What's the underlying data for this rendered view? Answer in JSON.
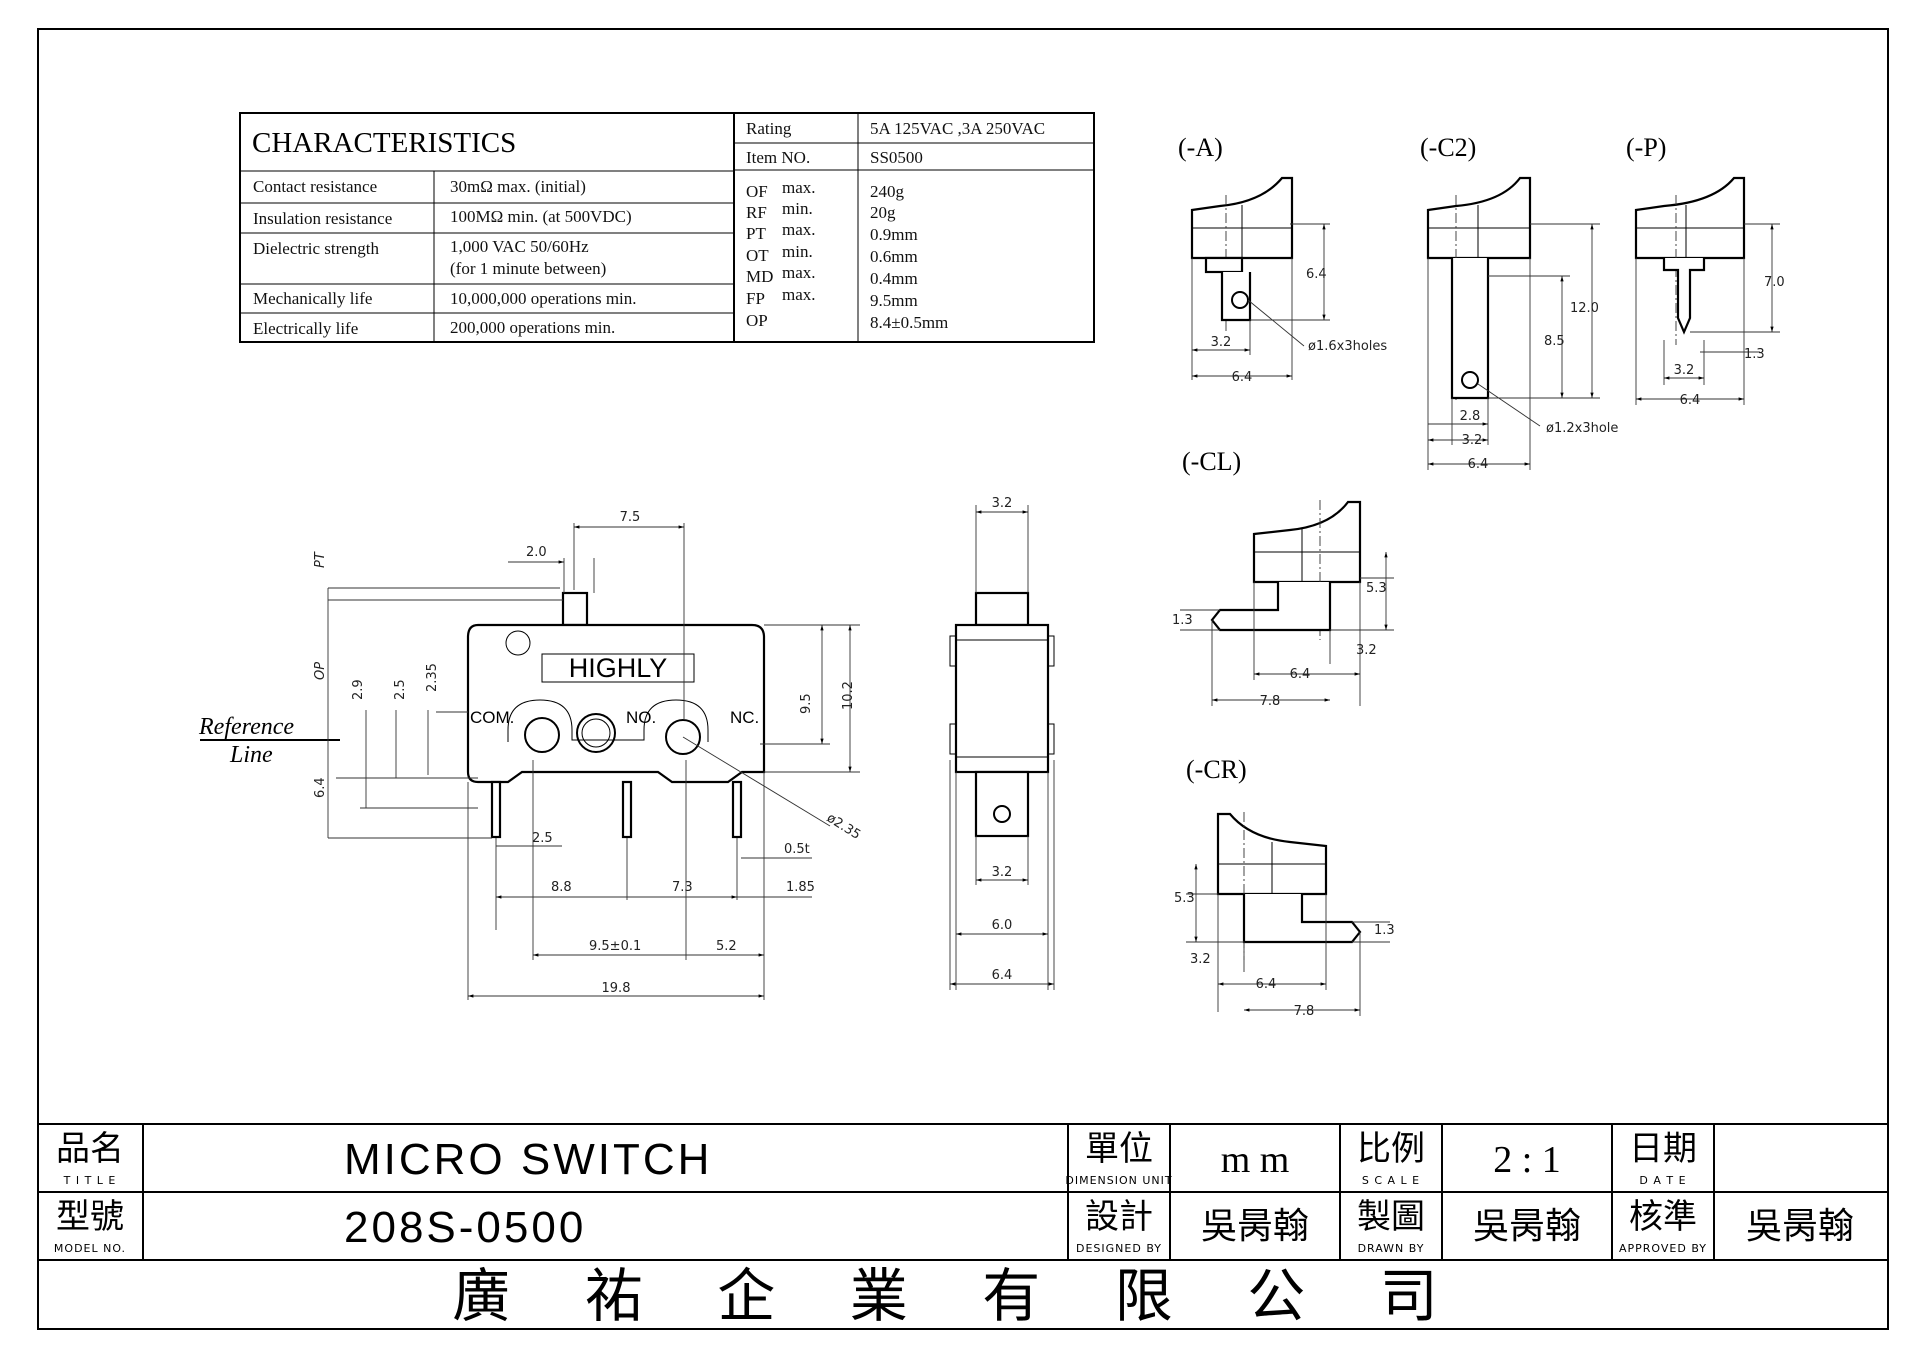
{
  "characteristics": {
    "heading": "CHARACTERISTICS",
    "rows": [
      {
        "label": "Contact resistance",
        "value": "30mΩ max. (initial)"
      },
      {
        "label": "Insulation resistance",
        "value": "100MΩ min. (at 500VDC)"
      },
      {
        "label": "Dielectric strength",
        "value": "1,000 VAC 50/60Hz",
        "value2": "(for 1 minute between)"
      },
      {
        "label": "Mechanically life",
        "value": "10,000,000 operations min."
      },
      {
        "label": "Electrically life",
        "value": "200,000 operations min."
      }
    ],
    "rating_label": "Rating",
    "rating_value": "5A 125VAC ,3A 250VAC",
    "item_label": "Item NO.",
    "item_value": "SS0500",
    "forces": [
      {
        "code": "OF",
        "qual": "max.",
        "value": "240g"
      },
      {
        "code": "RF",
        "qual": "min.",
        "value": "20g"
      },
      {
        "code": "PT",
        "qual": "max.",
        "value": "0.9mm"
      },
      {
        "code": "OT",
        "qual": "min.",
        "value": "0.6mm"
      },
      {
        "code": "MD",
        "qual": "max.",
        "value": "0.4mm"
      },
      {
        "code": "FP",
        "qual": "max.",
        "value": "9.5mm"
      },
      {
        "code": "OP",
        "qual": "",
        "value": "8.4±0.5mm"
      }
    ]
  },
  "front_view": {
    "brand": "HIGHLY",
    "terminals": {
      "com": "COM.",
      "no": "NO.",
      "nc": "NC."
    },
    "reference_line": [
      "Reference",
      "Line"
    ],
    "labels": {
      "pt": "PT",
      "op": "OP"
    },
    "dims": {
      "d7_5": "7.5",
      "d2_0": "2.0",
      "d2_9": "2.9",
      "d2_5a": "2.5",
      "d2_35": "2.35",
      "d9_5v": "9.5",
      "d10_2": "10.2",
      "d6_4": "6.4",
      "d2_5b": "2.5",
      "d0_5t": "0.5t",
      "d8_8": "8.8",
      "d7_3": "7.3",
      "d1_85": "1.85",
      "d9_5tol": "9.5±0.1",
      "d5_2": "5.2",
      "d19_8": "19.8",
      "hole": "ø2.35"
    }
  },
  "side_view": {
    "dims": {
      "top": "3.2",
      "mid": "3.2",
      "w6_0": "6.0",
      "w6_4": "6.4"
    }
  },
  "variants": {
    "a": {
      "label": "(-A)",
      "h": "6.4",
      "w1": "3.2",
      "w2": "6.4",
      "note": "ø1.6x3holes"
    },
    "c2": {
      "label": "(-C2)",
      "h1": "12.0",
      "h2": "8.5",
      "w1": "2.8",
      "w2": "3.2",
      "w3": "6.4",
      "note": "ø1.2x3hole"
    },
    "p": {
      "label": "(-P)",
      "h": "7.0",
      "w1": "3.2",
      "w2": "6.4",
      "w3": "1.3"
    },
    "cl": {
      "label": "(-CL)",
      "h": "5.3",
      "t": "1.3",
      "w1": "3.2",
      "w2": "6.4",
      "w3": "7.8"
    },
    "cr": {
      "label": "(-CR)",
      "h": "5.3",
      "t": "1.3",
      "w1": "3.2",
      "w2": "6.4",
      "w3": "7.8"
    }
  },
  "title_block": {
    "title_cn": "品名",
    "title_en": "T I T L E",
    "title_value": "MICRO SWITCH",
    "model_cn": "型號",
    "model_en": "MODEL  NO.",
    "model_value": "208S-0500",
    "unit_cn": "單位",
    "unit_en": "DIMENSION UNIT",
    "unit_value": "m m",
    "scale_cn": "比例",
    "scale_en": "S C A L E",
    "scale_value": "2 : 1",
    "date_cn": "日期",
    "date_en": "D A T E",
    "date_value": "",
    "design_cn": "設計",
    "design_en": "DESIGNED BY",
    "design_value": "吳昺翰",
    "drawn_cn": "製圖",
    "drawn_en": "DRAWN   BY",
    "drawn_value": "吳昺翰",
    "approved_cn": "核準",
    "approved_en": "APPROVED BY",
    "approved_value": "吳昺翰",
    "company": "廣 祐 企 業 有 限 公 司"
  }
}
